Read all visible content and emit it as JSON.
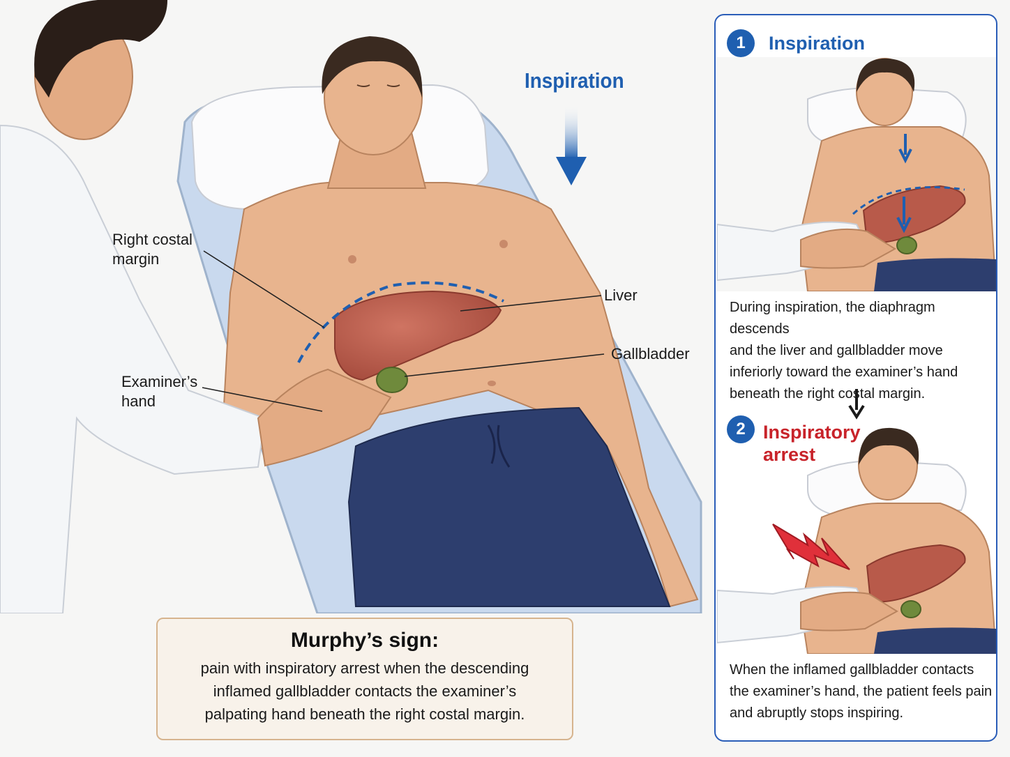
{
  "main": {
    "inspiration_label": "Inspiration",
    "labels": {
      "right_costal_margin": "Right costal\nmargin",
      "liver": "Liver",
      "gallbladder": "Gallbladder",
      "examiners_hand": "Examiner’s\nhand"
    }
  },
  "caption": {
    "title": "Murphy’s sign:",
    "body": "pain with inspiratory arrest when the descending\ninflamed gallbladder contacts the examiner’s\npalpating hand beneath the right costal margin."
  },
  "panel": {
    "step1": {
      "number": "1",
      "title": "Inspiration",
      "text": "During inspiration, the diaphragm descends\nand the liver and gallbladder move\ninferiorly toward the examiner’s hand\nbeneath the right costal margin."
    },
    "step2": {
      "number": "2",
      "title": "Inspiratory\narrest",
      "text": "When the inflamed gallbladder contacts\nthe examiner’s hand, the patient feels pain\nand abruptly stops inspiring."
    }
  },
  "colors": {
    "accent_blue": "#1f5fb0",
    "alert_red": "#c8232a",
    "liver": "#b85a4a",
    "gallbladder": "#6f8a3c",
    "skin": "#e8b48e",
    "shorts": "#2d3e6e",
    "caption_border": "#d6b48e"
  }
}
